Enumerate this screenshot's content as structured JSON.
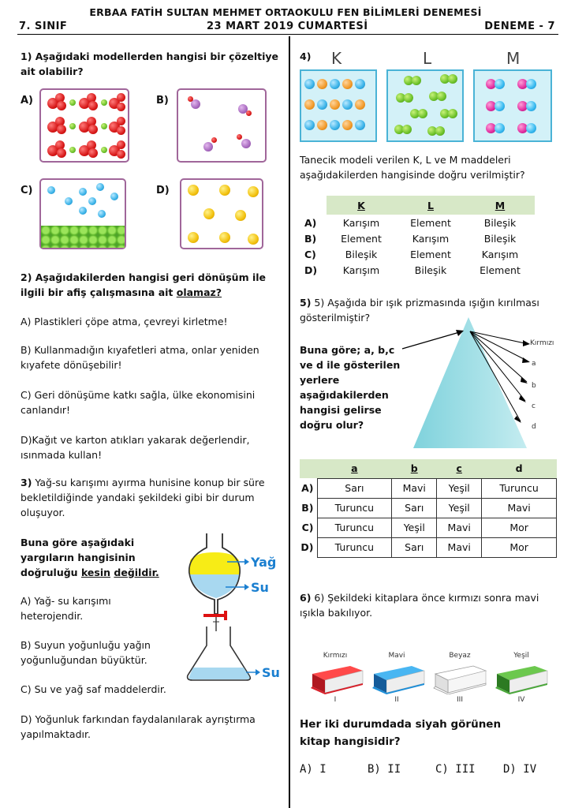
{
  "header": {
    "title": "ERBAA FATİH SULTAN MEHMET ORTAOKULU FEN BİLİMLERİ DENEMESİ",
    "grade": "7. SINIF",
    "date": "23 MART 2019 CUMARTESİ",
    "exam": "DENEME - 7"
  },
  "q1": {
    "text": "1) Aşağıdaki modellerden hangisi bir çözeltiye ait olabilir?",
    "options": [
      "A)",
      "B)",
      "C)",
      "D)"
    ]
  },
  "q2": {
    "text_main": "2) Aşağıdakilerden hangisi geri dönüşüm ile ilgili bir afiş çalışmasına ait ",
    "text_emph": "olamaz?",
    "a": "A) Plastikleri çöpe atma, çevreyi kirletme!",
    "b": "B) Kullanmadığın kıyafetleri atma, onlar yeniden kıyafete dönüşebilir!",
    "c": "C) Geri dönüşüme katkı sağla, ülke ekonomisini canlandır!",
    "d": "D)Kağıt ve karton atıkları yakarak değerlendir, ısınmada kullan!"
  },
  "q3": {
    "text": "Yağ-su karışımı ayırma hunisine konup bir süre bekletildiğinde yandaki şekildeki gibi bir durum oluşuyor.",
    "number": "3)",
    "question_main": "Buna göre aşağıdaki yargıların hangisinin doğruluğu ",
    "question_emph1": "kesin",
    "question_emph2": "değildir.",
    "a": "A) Yağ- su karışımı heterojendir.",
    "b": "B) Suyun yoğunluğu yağın yoğunluğundan büyüktür.",
    "c": "C) Su ve yağ saf maddelerdir.",
    "d": "D) Yoğunluk farkından faydalanılarak ayrıştırma yapılmaktadır.",
    "label_oil": "Yağ",
    "label_water_top": "Su",
    "label_water_bottom": "Su"
  },
  "q4": {
    "number": "4)",
    "labels": [
      "K",
      "L",
      "M"
    ],
    "text": "Tanecik modeli verilen K, L ve M maddeleri aşağıdakilerden hangisinde doğru verilmiştir?",
    "table": {
      "headers": [
        "K",
        "L",
        "M"
      ],
      "rows": [
        {
          "label": "A)",
          "cells": [
            "Karışım",
            "Element",
            "Bileşik"
          ]
        },
        {
          "label": "B)",
          "cells": [
            "Element",
            "Karışım",
            "Bileşik"
          ]
        },
        {
          "label": "C)",
          "cells": [
            "Bileşik",
            "Element",
            "Karışım"
          ]
        },
        {
          "label": "D)",
          "cells": [
            "Karışım",
            "Bileşik",
            "Element"
          ]
        }
      ]
    }
  },
  "q5": {
    "text": "5) Aşağıda bir ışık prizmasında ışığın kırılması gösterilmiştir?",
    "question": "Buna göre; a, b,c ve d ile gösterilen yerlere aşağıdakilerden hangisi gelirse doğru olur?",
    "ray_labels": [
      "Kırmızı",
      "a",
      "b",
      "c",
      "d"
    ],
    "table": {
      "headers": [
        "a",
        "b",
        "c",
        "d"
      ],
      "rows": [
        {
          "label": "A)",
          "cells": [
            "Sarı",
            "Mavi",
            "Yeşil",
            "Turuncu"
          ]
        },
        {
          "label": "B)",
          "cells": [
            "Turuncu",
            "Sarı",
            "Yeşil",
            "Mavi"
          ]
        },
        {
          "label": "C)",
          "cells": [
            "Turuncu",
            "Yeşil",
            "Mavi",
            "Mor"
          ]
        },
        {
          "label": "D)",
          "cells": [
            "Turuncu",
            "Sarı",
            "Mavi",
            "Mor"
          ]
        }
      ]
    }
  },
  "q6": {
    "text": "6) Şekildeki kitaplara önce kırmızı sonra mavi ışıkla bakılıyor.",
    "books": [
      {
        "name": "Kırmızı",
        "num": "I",
        "color": "#d8202a"
      },
      {
        "name": "Mavi",
        "num": "II",
        "color": "#1e8fd8"
      },
      {
        "name": "Beyaz",
        "num": "III",
        "color": "#ffffff"
      },
      {
        "name": "Yeşil",
        "num": "IV",
        "color": "#4aa83a"
      }
    ],
    "question": "Her iki durumdada siyah görünen kitap hangisidir?",
    "answers": [
      "A) I",
      "B) II",
      "C) III",
      "D) IV"
    ]
  }
}
